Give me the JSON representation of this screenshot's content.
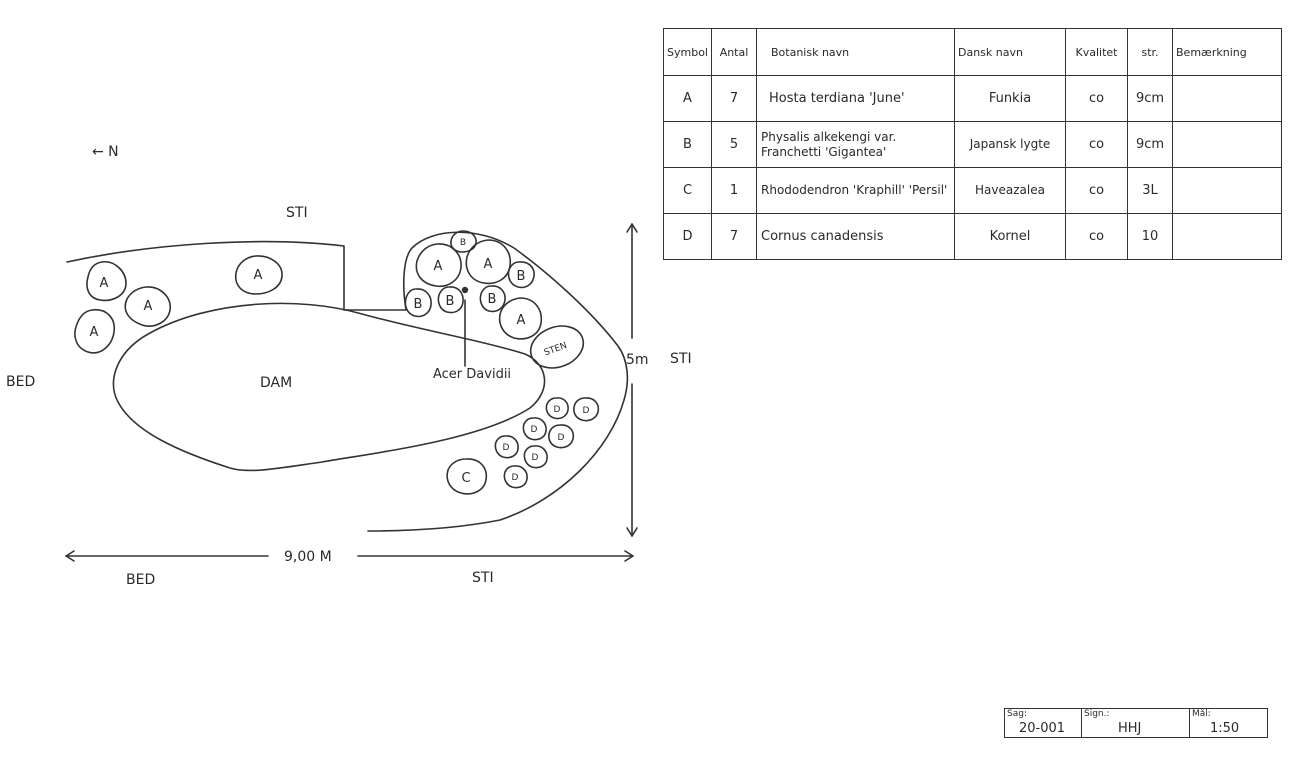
{
  "labels": {
    "north": "← N",
    "sti_top": "STI",
    "sti_right": "STI",
    "sti_bottom": "STI",
    "bed_left": "BED",
    "bed_bottom": "BED",
    "dam": "DAM",
    "sten": "STEN",
    "acer": "Acer Davidii",
    "dim_width": "9,00 M",
    "dim_height": "5m"
  },
  "symbols": {
    "A": "A",
    "B": "B",
    "C": "C",
    "D": "D"
  },
  "table": {
    "headers": {
      "symbol": "Symbol",
      "antal": "Antal",
      "botanisk": "Botanisk navn",
      "dansk": "Dansk navn",
      "kvalitet": "Kvalitet",
      "str": "str.",
      "bemaerkning": "Bemærkning"
    },
    "rows": [
      {
        "symbol": "A",
        "antal": "7",
        "botanisk": "Hosta terdiana 'June'",
        "dansk": "Funkia",
        "kvalitet": "co",
        "str": "9cm",
        "bemaerkning": ""
      },
      {
        "symbol": "B",
        "antal": "5",
        "botanisk": "Physalis alkekengi var. Franchetti 'Gigantea'",
        "dansk": "Japansk lygte",
        "kvalitet": "co",
        "str": "9cm",
        "bemaerkning": ""
      },
      {
        "symbol": "C",
        "antal": "1",
        "botanisk": "Rhododendron 'Kraphill' 'Persil'",
        "dansk": "Haveazalea",
        "kvalitet": "co",
        "str": "3L",
        "bemaerkning": ""
      },
      {
        "symbol": "D",
        "antal": "7",
        "botanisk": "Cornus canadensis",
        "dansk": "Kornel",
        "kvalitet": "co",
        "str": "10",
        "bemaerkning": ""
      }
    ]
  },
  "titleblock": {
    "sag_label": "Sag:",
    "sag_value": "20-001",
    "sign_label": "Sign.:",
    "sign_value": "HHJ",
    "maal_label": "Mål:",
    "maal_value": "1:50"
  }
}
